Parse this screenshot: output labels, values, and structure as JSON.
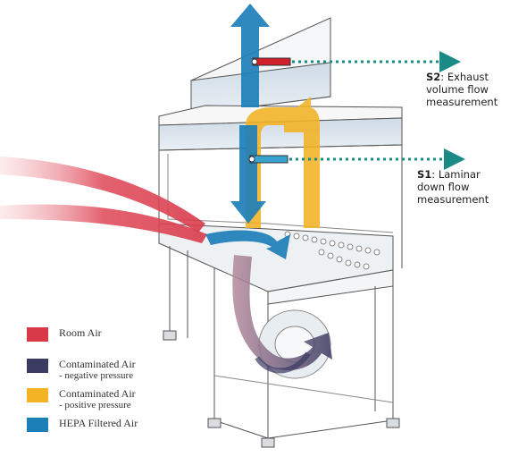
{
  "callouts": {
    "s2": {
      "code": "S2",
      "text_line1": ": Exhaust",
      "text_line2": "volume flow",
      "text_line3": "measurement"
    },
    "s1": {
      "code": "S1",
      "text_line1": ": Laminar",
      "text_line2": "down flow",
      "text_line3": "measurement"
    }
  },
  "legend": [
    {
      "label": "Room Air",
      "sub": "",
      "color": "#d83a4a"
    },
    {
      "label": "Contaminated Air",
      "sub": "- negative pressure",
      "color": "#3a3a62"
    },
    {
      "label": "Contaminated Air",
      "sub": "- positive pressure",
      "color": "#f3b324"
    },
    {
      "label": "HEPA Filtered Air",
      "sub": "",
      "color": "#1d7fb8"
    }
  ],
  "colors": {
    "room_air": "#d83a4a",
    "negative_pressure": "#3a3a62",
    "positive_pressure": "#f3b324",
    "hepa": "#1d7fb8",
    "exhaust_sensor": "#d0202a",
    "laminar_sensor": "#3aa2d0",
    "dotted_line": "#1a8a86"
  }
}
